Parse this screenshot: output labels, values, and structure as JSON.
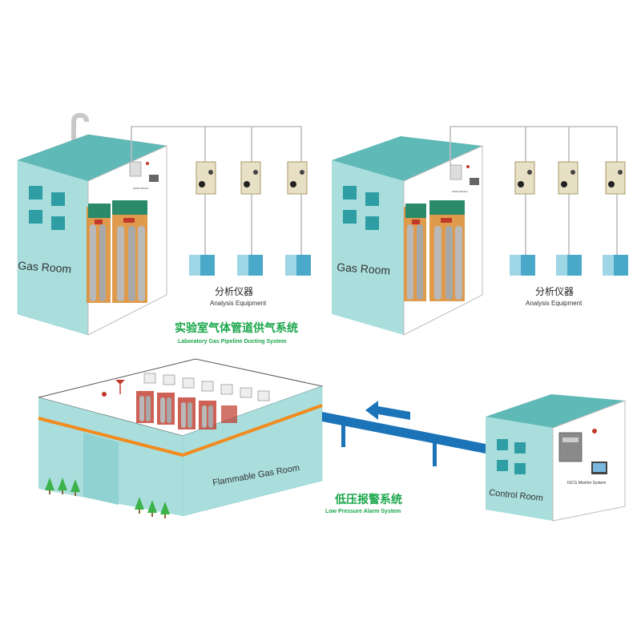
{
  "colors": {
    "wall_front": "#a9dedd",
    "wall_side": "#ffffff",
    "roof": "#5fb9b7",
    "window": "#2e9ea4",
    "pipe": "#bdbdbd",
    "alarm_pipe": "#1c74b8",
    "caption_green": "#1aa64a",
    "cylinder": "#b9b9b9",
    "rack": "#d98a2b",
    "regulator": "#c0392b",
    "panel": "#e8e0c5",
    "instrument": "#4aa9c9",
    "orange_band": "#f28b1e",
    "tree": "#3cb34a"
  },
  "labels": {
    "gas_room_left": "Gas Room",
    "gas_room_right": "Gas Room",
    "analysis_cn_left": "分析仪器",
    "analysis_en_left": "Analysis Equipment",
    "analysis_cn_right": "分析仪器",
    "analysis_en_right": "Analysis Equipment",
    "pipeline_cn": "实验室气体管道供气系统",
    "pipeline_en": "Laboratory Gas Pipeline Ducting System",
    "flammable_room": "Flammable Gas Room",
    "alarm_cn": "低压报警系统",
    "alarm_en": "Low Pressure Alarm System",
    "control_room": "Control Room",
    "monitor_left": "GMCS Monitor",
    "monitor_right": "GMCS Monitor",
    "monitor_control": "IGCS Monitor System"
  },
  "icons": [
    "hook-pipe-icon",
    "window-icon",
    "gas-cylinder-icon",
    "regulator-panel-icon",
    "analyzer-icon",
    "monitor-icon",
    "alarm-beacon-icon",
    "tree-icon",
    "arrow-left-icon"
  ]
}
